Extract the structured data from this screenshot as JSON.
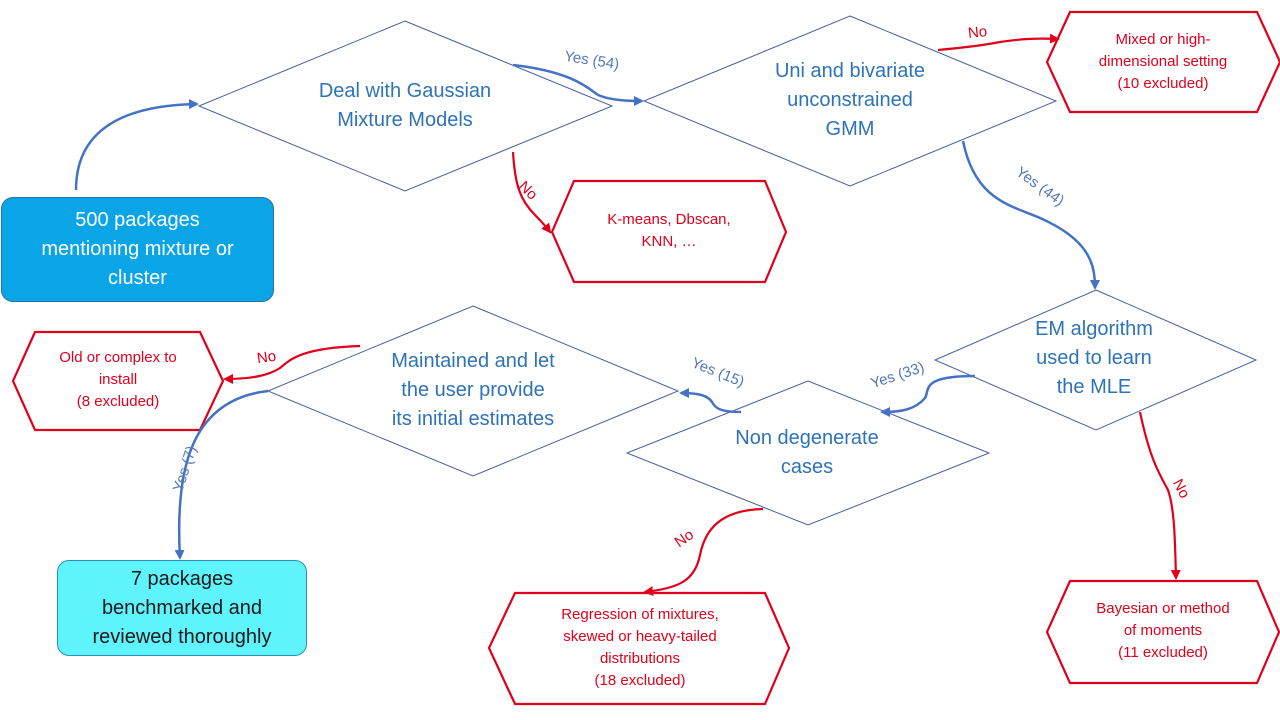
{
  "start": {
    "lines": [
      "500 packages",
      "mentioning mixture or",
      "cluster"
    ]
  },
  "decisions": {
    "gmm": {
      "lines": [
        "Deal with Gaussian",
        "Mixture Models"
      ]
    },
    "unibivariate": {
      "lines": [
        "Uni and bivariate",
        "unconstrained",
        "GMM"
      ]
    },
    "em": {
      "lines": [
        "EM algorithm",
        "used to learn",
        "the MLE"
      ]
    },
    "nondegenerate": {
      "lines": [
        "Non degenerate",
        "cases"
      ]
    },
    "maintained": {
      "lines": [
        "Maintained and let",
        "the user provide",
        "its initial estimates"
      ]
    }
  },
  "exclusions": {
    "kmeans": {
      "lines": [
        "K-means, Dbscan,",
        "KNN, …"
      ]
    },
    "mixed": {
      "lines": [
        "Mixed or high-",
        "dimensional setting",
        "(10 excluded)"
      ]
    },
    "bayesian": {
      "lines": [
        "Bayesian or method",
        "of moments",
        "(11 excluded)"
      ]
    },
    "regression": {
      "lines": [
        "Regression of mixtures,",
        "skewed or heavy-tailed",
        "distributions",
        "(18 excluded)"
      ]
    },
    "old": {
      "lines": [
        "Old or complex to",
        "install",
        "(8 excluded)"
      ]
    }
  },
  "end": {
    "lines": [
      "7 packages",
      "benchmarked and",
      "reviewed thoroughly"
    ]
  },
  "edges": {
    "yes_54": "Yes (54)",
    "yes_44": "Yes (44)",
    "yes_33": "Yes (33)",
    "yes_15": "Yes (15)",
    "yes_7": "Yes (7)",
    "no": "No"
  },
  "colors": {
    "start_fill": "#0aa5e6",
    "end_fill": "#5ff3fb",
    "decision_text": "#2e73b8",
    "decision_stroke": "#4a5f9e",
    "yes_arrow": "#4472c4",
    "no_arrow": "#e0001b"
  }
}
